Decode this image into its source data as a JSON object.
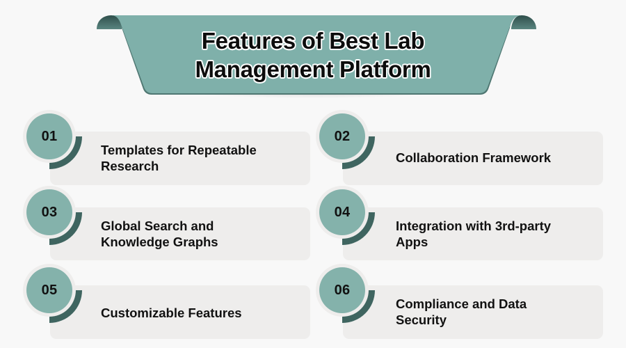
{
  "banner": {
    "title_line1": "Features of Best Lab",
    "title_line2": "Management Platform",
    "color": "#7fb0aa",
    "curl_color": "#3f6661"
  },
  "colors": {
    "background": "#f8f8f8",
    "card": "#eeedec",
    "badge_fill": "#84b2ab",
    "badge_ring": "#eeedec",
    "badge_arc": "#3f6560",
    "text": "#111111"
  },
  "features": [
    {
      "number": "01",
      "line1": "Templates for Repeatable",
      "line2": "Research"
    },
    {
      "number": "02",
      "line1": "Collaboration Framework",
      "line2": ""
    },
    {
      "number": "03",
      "line1": "Global Search and",
      "line2": "Knowledge Graphs"
    },
    {
      "number": "04",
      "line1": "Integration with 3rd-party",
      "line2": "Apps"
    },
    {
      "number": "05",
      "line1": "Customizable Features",
      "line2": ""
    },
    {
      "number": "06",
      "line1": "Compliance and Data",
      "line2": "Security"
    }
  ]
}
